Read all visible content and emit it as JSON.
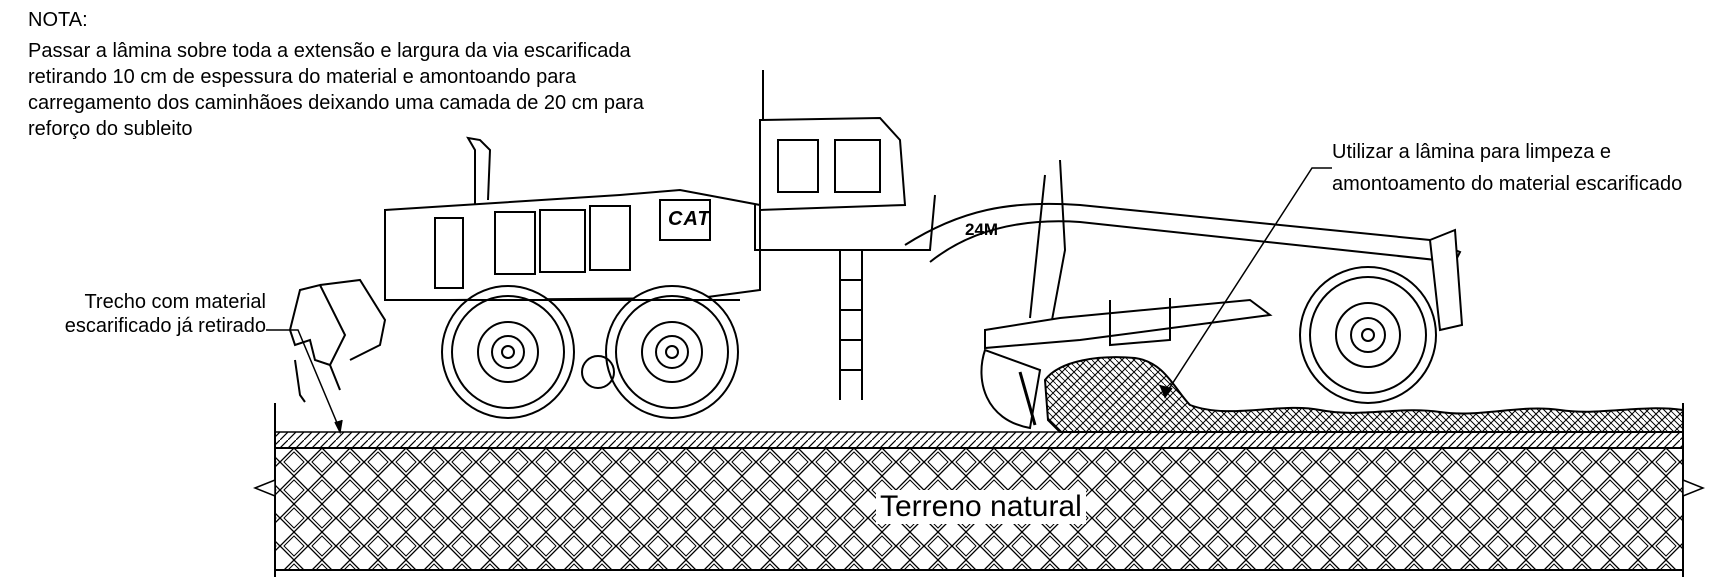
{
  "note": {
    "title": "NOTA:",
    "lines": [
      "Passar a lâmina sobre toda a extensão e largura da via escarificada",
      "retirando 10 cm de espessura do material e amontoando para",
      "carregamento dos caminhãoes deixando uma camada de 20 cm para",
      "reforço do subleito"
    ]
  },
  "annotations": {
    "right": [
      "Utilizar a lâmina para limpeza e",
      "amontoamento do material escarificado"
    ],
    "left": [
      "Trecho com material",
      "escarificado já retirado"
    ],
    "ground": "Terreno natural"
  },
  "machine": {
    "brand": "CAT",
    "model": "24M"
  },
  "colors": {
    "line": "#000000",
    "background": "#ffffff"
  }
}
